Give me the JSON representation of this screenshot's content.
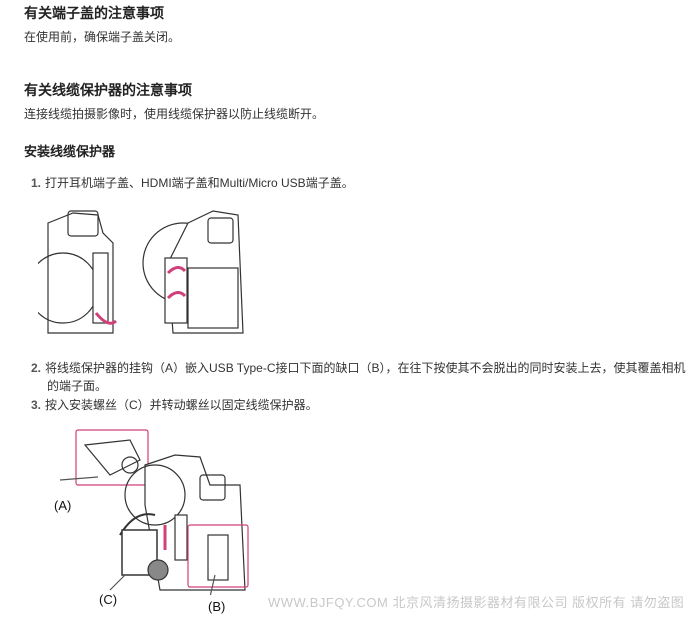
{
  "section1": {
    "title": "有关端子盖的注意事项",
    "text": "在使用前，确保端子盖关闭。"
  },
  "section2": {
    "title": "有关线缆保护器的注意事项",
    "text": "连接线缆拍摄影像时，使用线缆保护器以防止线缆断开。"
  },
  "section3": {
    "title": "安装线缆保护器",
    "steps": [
      {
        "num": "1.",
        "text": "打开耳机端子盖、HDMI端子盖和Multi/Micro USB端子盖。"
      },
      {
        "num": "2.",
        "text": "将线缆保护器的挂钩（A）嵌入USB Type-C接口下面的缺口（B），在往下按使其不会脱出的同时安装上去，使其覆盖相机的端子面。"
      },
      {
        "num": "3.",
        "text": "按入安装螺丝（C）并转动螺丝以固定线缆保护器。"
      }
    ]
  },
  "figure_labels": {
    "a": "(A)",
    "b": "(B)",
    "c": "(C)"
  },
  "watermark": "WWW.BJFQY.COM 北京风清扬摄影器材有限公司 版权所有 请勿盗图"
}
